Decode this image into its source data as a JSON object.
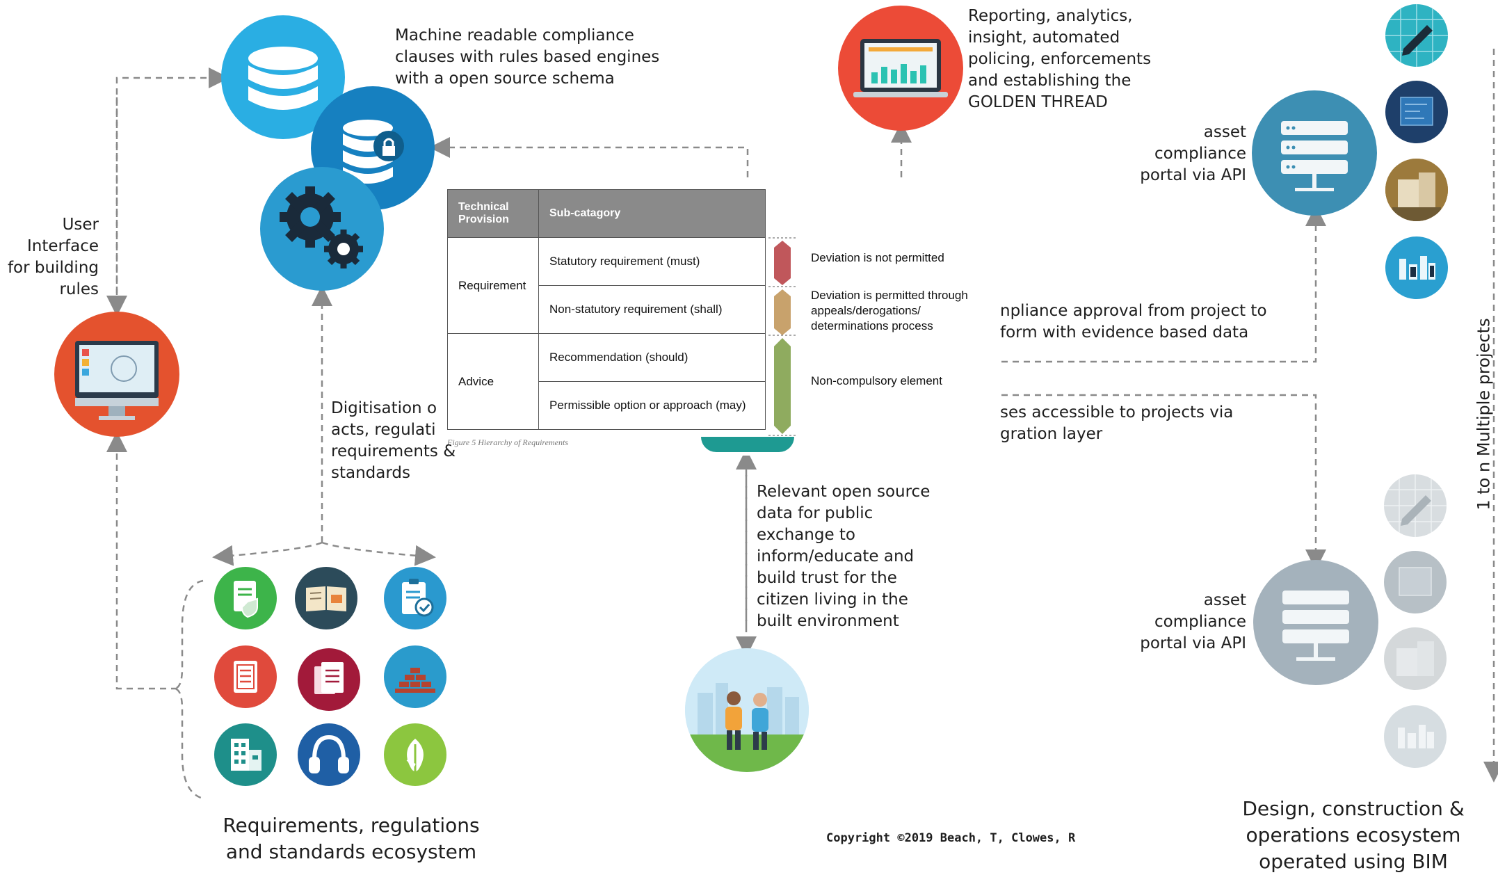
{
  "texts": {
    "machine_readable": [
      "Machine readable compliance",
      "clauses with rules based engines",
      "with a open source schema"
    ],
    "reporting": [
      "Reporting, analytics,",
      "insight, automated",
      "policing, enforcements",
      "and establishing the",
      "GOLDEN THREAD"
    ],
    "user_interface": [
      "User",
      "Interface",
      "for building",
      "rules"
    ],
    "digitisation": [
      "Digitisation o",
      "acts, regulati",
      "requirements &",
      "standards"
    ],
    "asset_portal_top": [
      "asset",
      "compliance",
      "portal via API"
    ],
    "asset_portal_bottom": [
      "asset",
      "compliance",
      "portal via API"
    ],
    "approval": [
      "npliance approval from project to",
      "form with evidence based data"
    ],
    "accessible": [
      "ses accessible to projects via",
      "gration layer"
    ],
    "open_source": [
      "Relevant open source",
      "data for public",
      "exchange to",
      "inform/educate and",
      "build trust for the",
      "citizen living in the",
      "built environment"
    ],
    "ecosystem_left": [
      "Requirements,  regulations",
      "and standards  ecosystem"
    ],
    "ecosystem_right": [
      "Design, construction  &",
      "operations ecosystem",
      "operated using BIM"
    ],
    "multiple_projects": "1 to n Multiple projects",
    "copyright": "Copyright  ©2019  Beach, T, Clowes, R"
  },
  "table": {
    "header_col1": "Technical Provision",
    "header_col2": "Sub-catagory",
    "group1": "Requirement",
    "group2": "Advice",
    "row1": "Statutory requirement (must)",
    "row2": "Non-statutory requirement (shall)",
    "row3": "Recommendation (should)",
    "row4": "Permissible option or approach (may)",
    "legend1": "Deviation is not permitted",
    "legend2": "Deviation is permitted through appeals/derogations/ determinations process",
    "legend3": "Non-compulsory element",
    "caption": "Figure 5 Hierarchy of Requirements",
    "colors": {
      "red": "#c0575b",
      "tan": "#c8a26c",
      "green": "#8fab5f"
    }
  },
  "icons": {
    "database": "database-icon",
    "secure_database": "secure-database-icon",
    "gears": "gears-icon",
    "monitor": "monitor-icon",
    "laptop_dashboard": "laptop-dashboard-icon",
    "server_top": "server-icon",
    "server_bottom": "server-icon",
    "people": "people-icon"
  },
  "colors": {
    "cyan": "#29a7dc",
    "blue": "#1581bf",
    "orange_red": "#e5533b",
    "server": "#3d8fb3",
    "server_grey": "#a4b2bc"
  }
}
